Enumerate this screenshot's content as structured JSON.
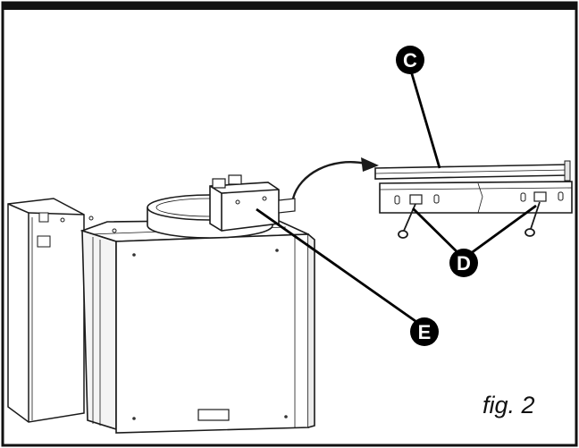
{
  "callouts": {
    "c": {
      "letter": "C"
    },
    "d": {
      "letter": "D"
    },
    "e": {
      "letter": "E"
    }
  },
  "caption": "fig. 2",
  "colors": {
    "line": "#1a1a1a",
    "fill": "#ffffff",
    "shade": "#d8d8d8",
    "callout": "#000000"
  }
}
